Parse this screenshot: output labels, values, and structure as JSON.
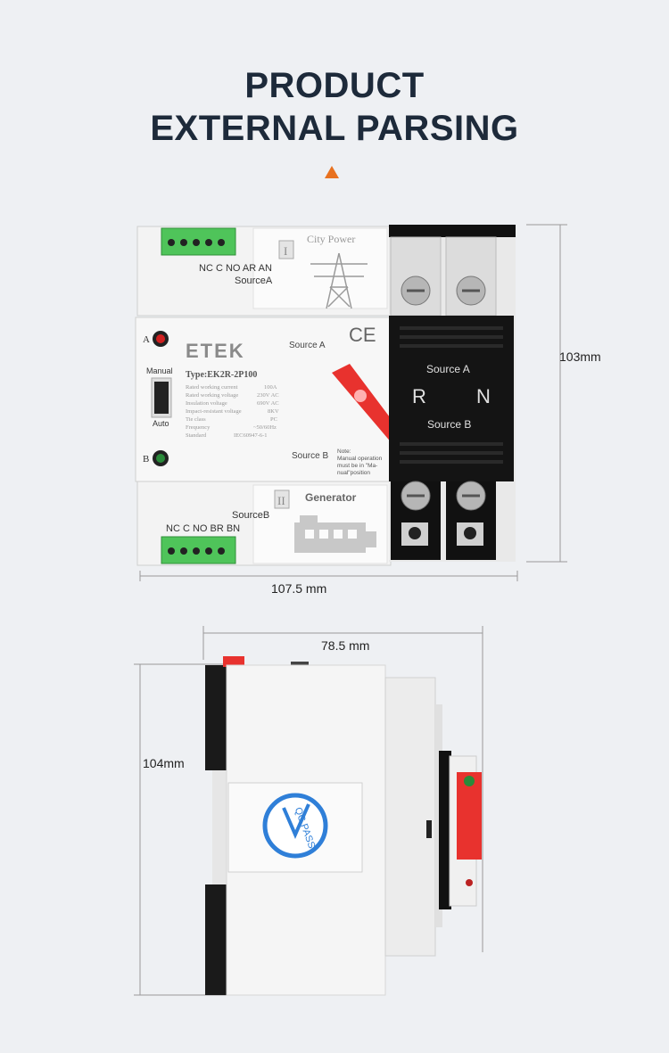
{
  "heading": {
    "line1": "PRODUCT",
    "line2": "EXTERNAL PARSING"
  },
  "accent_color": "#e8711f",
  "front_view": {
    "brand": "ETEK",
    "type": "Type:EK2R-2P100",
    "specs": [
      {
        "name": "Rated working current",
        "value": "100A"
      },
      {
        "name": "Rated working voltage",
        "value": "230V AC"
      },
      {
        "name": "Insulation voltage",
        "value": "690V AC"
      },
      {
        "name": "Impact-resistant voltage",
        "value": "8KV"
      },
      {
        "name": "Tie class",
        "value": "PC"
      },
      {
        "name": "Frequency",
        "value": "~50/60Hz"
      },
      {
        "name": "Standard",
        "value": "IEC60947-6-1"
      }
    ],
    "top_terminal_label": "NC C NO AR AN",
    "top_source_label": "SourceA",
    "city_power": "City Power",
    "roman_one": "I",
    "bottom_terminal_label": "NC C NO BR BN",
    "bottom_source_label": "SourceB",
    "generator": "Generator",
    "roman_two": "II",
    "led_a": "A",
    "led_b": "B",
    "mode_manual": "Manual",
    "mode_auto": "Auto",
    "handle_source_a": "Source A",
    "handle_source_b": "Source B",
    "ce_mark": "CE",
    "note": [
      "Note:",
      "Manual operation",
      "must be in \"Ma-",
      "nual\"position"
    ],
    "cover_source_a": "Source A",
    "cover_r": "R",
    "cover_n": "N",
    "cover_source_b": "Source B",
    "width_dim": "107.5 mm",
    "height_dim": "103mm"
  },
  "side_view": {
    "depth_dim": "78.5 mm",
    "height_dim": "104mm",
    "qc_label": "QC PASS"
  }
}
